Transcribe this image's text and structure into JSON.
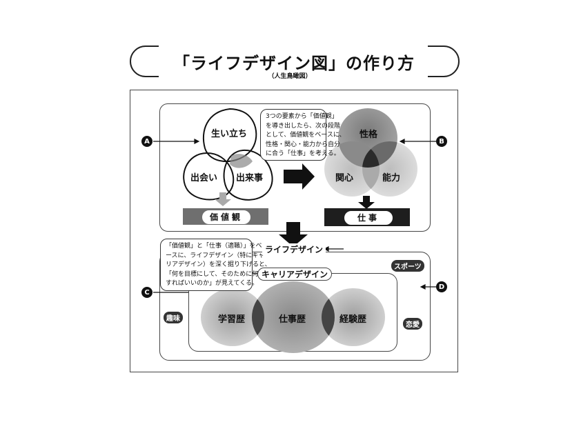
{
  "header": {
    "title": "「ライフデザイン図」の作り方",
    "subtitle": "（人生鳥瞰図）"
  },
  "markers": {
    "a": "A",
    "b": "B",
    "c": "C",
    "d": "D"
  },
  "values_section": {
    "circles": [
      "生い立ち",
      "出会い",
      "出来事"
    ],
    "result": "価値観"
  },
  "work_section": {
    "circles": [
      "性格",
      "関心",
      "能力"
    ],
    "result": "仕事"
  },
  "note_top": [
    "3つの要素から「価値観」",
    "を導き出したら、次の段階",
    "として、価値観をベースに、",
    "性格・関心・能力から自分",
    "に合う「仕事」を考える。"
  ],
  "note_left": [
    "「価値観」と「仕事（適職）」をベ",
    "ースに、ライフデザイン（特にキャ",
    "リアデザイン）を深く掘り下げると、",
    "「何を目標にして、そのために何を",
    "すればいいのか」が見えてくる。"
  ],
  "life_design": {
    "label": "ライフデザイン",
    "career_label": "キャリアデザイン",
    "circles": [
      "学習歴",
      "仕事歴",
      "経験歴"
    ],
    "tags": [
      "スポーツ",
      "趣味",
      "恋愛"
    ]
  },
  "colors": {
    "ink": "#111111",
    "dark_bar": "#1e1e1e",
    "mid_bar": "#6f6f6f",
    "circle_gray": "#9a9a9a"
  }
}
